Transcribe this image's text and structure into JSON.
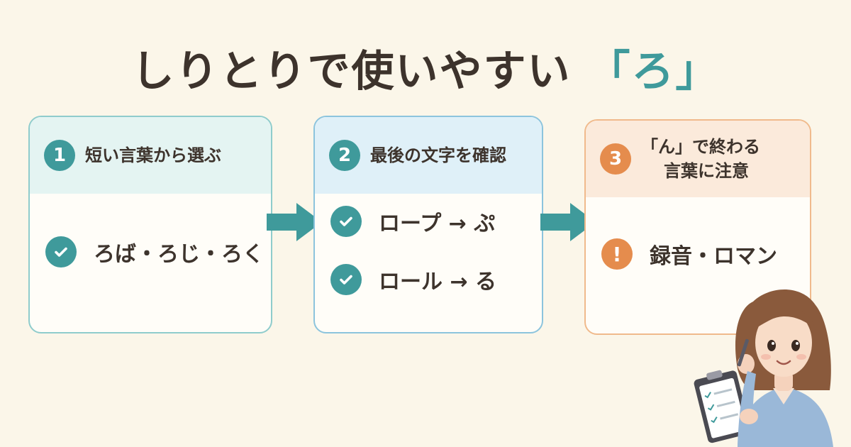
{
  "title": {
    "main": "しりとりで使いやすい",
    "accent": "「ろ」"
  },
  "steps": [
    {
      "number": "1",
      "heading": [
        "短い言葉から選ぶ"
      ],
      "items": [
        {
          "icon": "check-icon",
          "text": "ろば・ろじ・ろく"
        }
      ]
    },
    {
      "number": "2",
      "heading": [
        "最後の文字を確認"
      ],
      "items": [
        {
          "icon": "check-icon",
          "text": "ロープ → ぷ"
        },
        {
          "icon": "check-icon",
          "text": "ロール → る"
        }
      ]
    },
    {
      "number": "3",
      "heading": [
        "「ん」で終わる",
        "言葉に注意"
      ],
      "items": [
        {
          "icon": "exclamation-icon",
          "text": "録音・ロマン"
        }
      ]
    }
  ],
  "warning_mark": "!",
  "colors": {
    "teal": "#3f9a9b",
    "orange": "#e58c4d",
    "background": "#fbf6e9"
  }
}
